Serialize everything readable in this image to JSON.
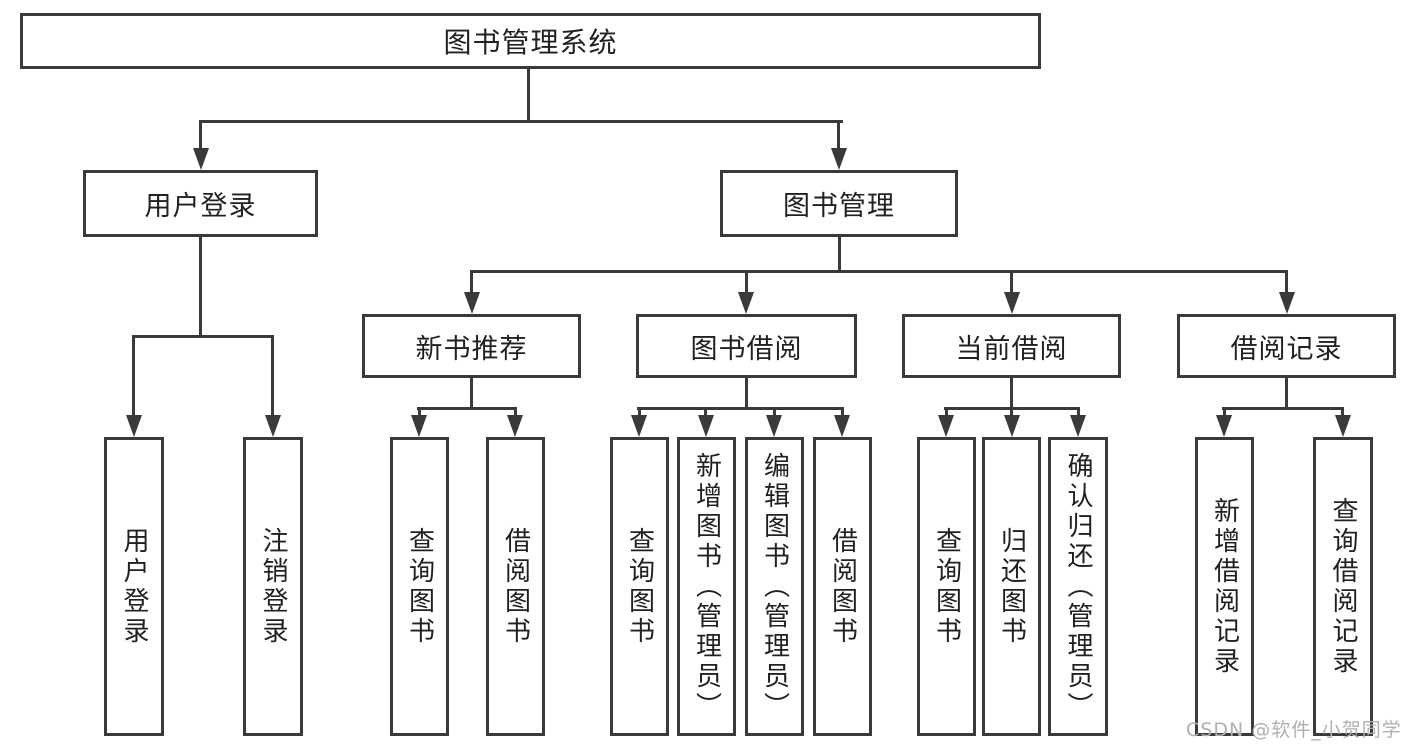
{
  "diagram_title": "图书管理系统",
  "nodes": {
    "root": "图书管理系统",
    "user_login": "用户登录",
    "book_mgmt": "图书管理",
    "new_book_rec": "新书推荐",
    "book_borrow": "图书借阅",
    "current_borrow": "当前借阅",
    "borrow_records": "借阅记录",
    "leaf_user_login": "用户登录",
    "leaf_logout": "注销登录",
    "leaf_nbr_query_book": "查询图书",
    "leaf_nbr_borrow_book": "借阅图书",
    "leaf_bb_query_book": "查询图书",
    "leaf_bb_add_book": "新增图书（管理员）",
    "leaf_bb_edit_book": "编辑图书（管理员）",
    "leaf_bb_borrow_book": "借阅图书",
    "leaf_cb_query_book": "查询图书",
    "leaf_cb_return_book": "归还图书",
    "leaf_cb_confirm_return": "确认归还（管理员）",
    "leaf_br_add_record": "新增借阅记录",
    "leaf_br_query_record": "查询借阅记录"
  },
  "edges": [
    {
      "parent": "图书管理系统",
      "children": [
        "用户登录",
        "图书管理"
      ]
    },
    {
      "parent": "用户登录",
      "children": [
        "用户登录",
        "注销登录"
      ]
    },
    {
      "parent": "图书管理",
      "children": [
        "新书推荐",
        "图书借阅",
        "当前借阅",
        "借阅记录"
      ]
    },
    {
      "parent": "新书推荐",
      "children": [
        "查询图书",
        "借阅图书"
      ]
    },
    {
      "parent": "图书借阅",
      "children": [
        "查询图书",
        "新增图书（管理员）",
        "编辑图书（管理员）",
        "借阅图书"
      ]
    },
    {
      "parent": "当前借阅",
      "children": [
        "查询图书",
        "归还图书",
        "确认归还（管理员）"
      ]
    },
    {
      "parent": "借阅记录",
      "children": [
        "新增借阅记录",
        "查询借阅记录"
      ]
    }
  ],
  "watermark": "CSDN @软件_小贺同学",
  "colors": {
    "line": "#3a3a3a",
    "text": "#212121",
    "watermark": "#b0b0b0",
    "background": "#ffffff"
  }
}
